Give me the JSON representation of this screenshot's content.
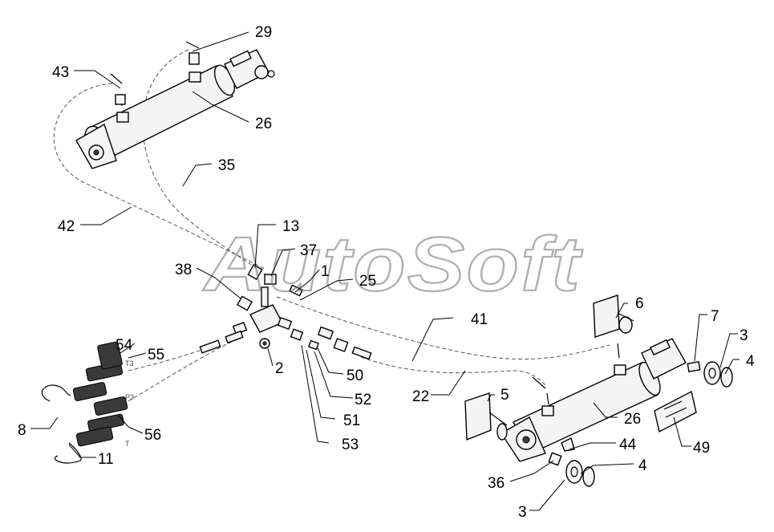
{
  "watermark": "AutoSoft",
  "labels": {
    "n1": "1",
    "n2": "2",
    "n3a": "3",
    "n3b": "3",
    "n4a": "4",
    "n4b": "4",
    "n5": "5",
    "n6": "6",
    "n7": "7",
    "n8": "8",
    "n11": "11",
    "n13": "13",
    "n22": "22",
    "n25": "25",
    "n26a": "26",
    "n26b": "26",
    "n29": "29",
    "n35": "35",
    "n36": "36",
    "n37": "37",
    "n38": "38",
    "n41": "41",
    "n42": "42",
    "n43": "43",
    "n44": "44",
    "n49": "49",
    "n50": "50",
    "n51": "51",
    "n52": "52",
    "n53": "53",
    "n54": "54",
    "n55": "55",
    "n56": "56"
  },
  "coupler_marks": {
    "t3": "T3",
    "p3": "P3",
    "t": "T"
  }
}
